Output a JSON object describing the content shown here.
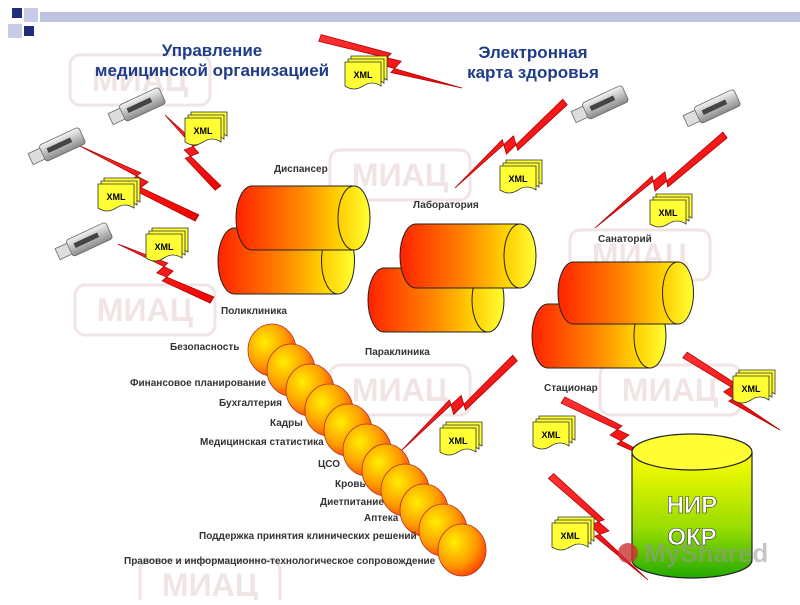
{
  "titles": {
    "management": "Управление\nмедицинской организацией",
    "ehr": "Электронная\nкарта здоровья"
  },
  "xml_tag": "XML",
  "watermark": "МИАЦ",
  "facilities": {
    "dispanser": "Диспансер",
    "laboratoriya": "Лаборатория",
    "sanatoriy": "Санаторий",
    "poliklinika": "Поликлиника",
    "paraklinika": "Параклиника",
    "statsionar": "Стационар"
  },
  "modules": [
    "Безопасность",
    "Финансовое планирование",
    "Бухгалтерия",
    "Кадры",
    "Медицинская статистика",
    "ЦСО",
    "Кровь",
    "Диетпитание",
    "Аптека",
    "Поддержка принятия клинических решений",
    "Правовое и информационно-технологическое сопровождение"
  ],
  "database": {
    "line1": "НИР",
    "line2": "ОКР"
  },
  "site_watermark": "MyShared",
  "colors": {
    "title": "#1f3c88",
    "bolt": "#ff0000",
    "cyl_from": "#ff2200",
    "cyl_to": "#ffff00",
    "db_from": "#ffff00",
    "db_to": "#22aa00"
  }
}
